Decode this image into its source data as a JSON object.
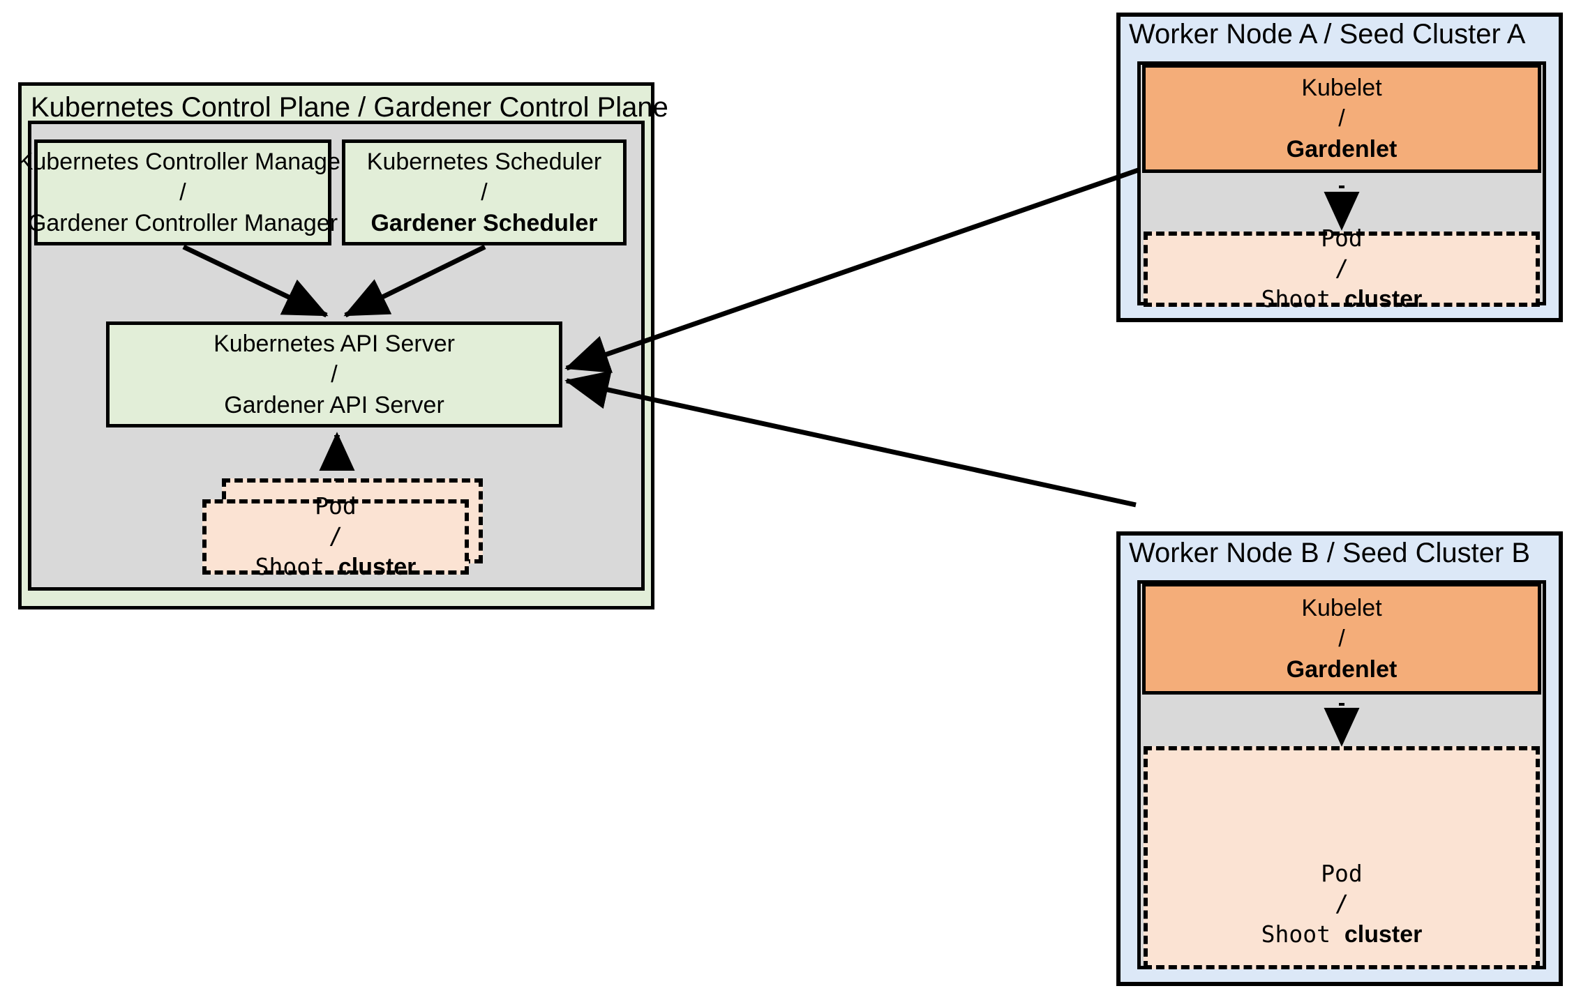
{
  "diagram": {
    "title_hidden": "",
    "colors": {
      "control_plane_bg": "#e2eed8",
      "inner_bg": "#d9d9d9",
      "seed_bg": "#dce8f7",
      "kubelet_bg": "#f4ad79",
      "pod_bg": "#fbe3d3",
      "stroke": "#000000"
    },
    "control_plane": {
      "title": "Kubernetes Control Plane / Gardener Control Plane",
      "controller_manager": {
        "line1": "Kubernetes Controller Manager",
        "separator": "/",
        "line2": "Gardener Controller Manager",
        "line2_bold": false
      },
      "scheduler": {
        "line1": "Kubernetes Scheduler",
        "separator": "/",
        "line2": "Gardener Scheduler",
        "line2_bold": true
      },
      "api_server": {
        "line1": "Kubernetes API Server",
        "separator": "/",
        "line2": "Gardener API Server",
        "line2_bold": false
      },
      "pod": {
        "line1": "Pod",
        "separator": "/",
        "line2_mono": "Shoot ",
        "line2_bold": "cluster"
      }
    },
    "seed_clusters": [
      {
        "title": "Worker Node A / Seed Cluster A",
        "kubelet": {
          "line1": "Kubelet",
          "separator": "/",
          "line2": "Gardenlet",
          "line2_bold": true
        },
        "pod": {
          "line1": "Pod",
          "separator": "/",
          "line2_mono": "Shoot ",
          "line2_bold": "cluster"
        }
      },
      {
        "title": "Worker Node B / Seed Cluster B",
        "kubelet": {
          "line1": "Kubelet",
          "separator": "/",
          "line2": "Gardenlet",
          "line2_bold": true
        },
        "pod": {
          "line1": "Pod",
          "separator": "/",
          "line2_mono": "Shoot ",
          "line2_bold": "cluster"
        }
      }
    ],
    "connections": [
      {
        "name": "controller-manager-to-api-server",
        "style": "solid-arrow"
      },
      {
        "name": "scheduler-to-api-server",
        "style": "solid-arrow"
      },
      {
        "name": "pod-to-api-server",
        "style": "dotted-arrow"
      },
      {
        "name": "gardenlet-a-to-api-server",
        "style": "solid-arrow"
      },
      {
        "name": "gardenlet-b-to-api-server",
        "style": "solid-arrow"
      },
      {
        "name": "gardenlet-a-to-pod-a",
        "style": "dotted-arrow"
      },
      {
        "name": "gardenlet-b-to-pod-b",
        "style": "dotted-arrow"
      }
    ]
  }
}
